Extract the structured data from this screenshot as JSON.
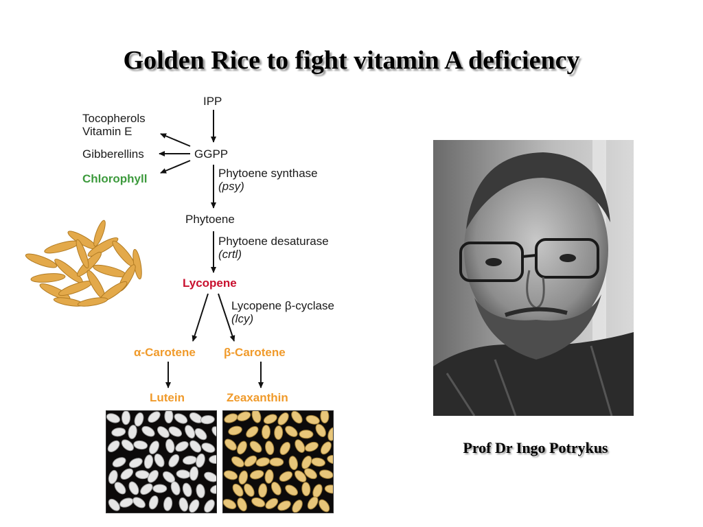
{
  "slide": {
    "title": "Golden Rice to fight vitamin A deficiency",
    "caption": "Prof Dr Ingo Potrykus"
  },
  "pathway": {
    "ipp": "IPP",
    "tocopherols": "Tocopherols",
    "vitamin_e": "Vitamin E",
    "gibberellins": "Gibberellins",
    "chlorophyll": "Chlorophyll",
    "ggpp": "GGPP",
    "phytoene_synthase": "Phytoene synthase",
    "psy": "(psy)",
    "phytoene": "Phytoene",
    "phytoene_desaturase": "Phytoene desaturase",
    "crtl": "(crtl)",
    "lycopene": "Lycopene",
    "lycopene_cyclase": "Lycopene β-cyclase",
    "lcy": "(lcy)",
    "alpha_carotene": "α-Carotene",
    "beta_carotene": "β-Carotene",
    "lutein": "Lutein",
    "zeaxanthin": "Zeaxanthin"
  },
  "colors": {
    "chlorophyll": "#3d9a3d",
    "lycopene": "#c8102e",
    "carotenoids": "#f09a2a",
    "arrows": "#111111"
  }
}
